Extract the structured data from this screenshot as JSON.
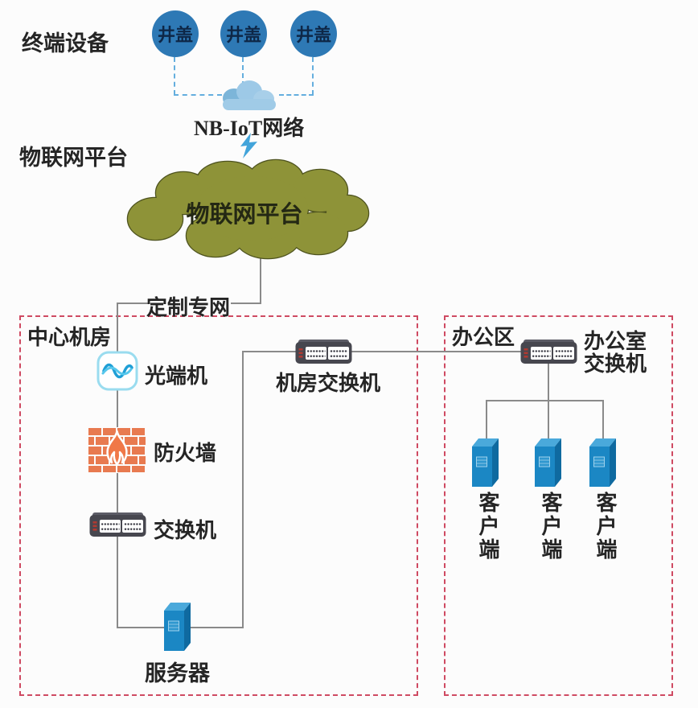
{
  "sections": {
    "terminal_devices": "终端设备",
    "iot_platform": "物联网平台"
  },
  "terminals": [
    {
      "label": "井盖"
    },
    {
      "label": "井盖"
    },
    {
      "label": "井盖"
    }
  ],
  "nbiot": {
    "label": "NB-IoT网络"
  },
  "platform_cloud": {
    "label": "物联网平台"
  },
  "private_network": {
    "label": "定制专网"
  },
  "central_room": {
    "title": "中心机房",
    "optical_terminal_label": "光端机",
    "firewall_label": "防火墙",
    "switch_label": "交换机",
    "server_label": "服务器"
  },
  "room_switch": {
    "label": "机房交换机"
  },
  "office": {
    "title": "办公区",
    "switch_label_line1": "办公室",
    "switch_label_line2": "交换机",
    "clients": [
      {
        "label": "客户端"
      },
      {
        "label": "客户端"
      },
      {
        "label": "客户端"
      }
    ]
  },
  "colors": {
    "terminal_circle": "#2e79b5",
    "terminal_text": "#0e2747",
    "nbiot_cloud": "#9dc9e7",
    "lightning": "#42a4da",
    "platform_cloud_fill": "#8e9338",
    "platform_cloud_stroke": "#4e531f",
    "zone_border": "#cf4a62",
    "connector": "#8a8a8a",
    "dashed_link": "#64aede",
    "firewall_brick": "#e87a50",
    "switch_body": "#47474f",
    "tower_front": "#1b87c4"
  }
}
